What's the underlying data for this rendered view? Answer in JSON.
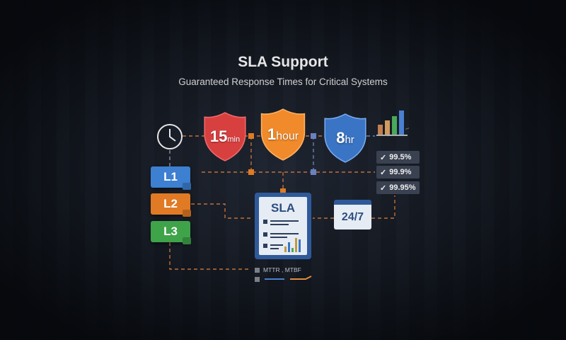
{
  "header": {
    "title": "SLA Support",
    "subtitle": "Guaranteed Response Times for Critical Systems"
  },
  "response_times": [
    {
      "value": "15",
      "unit": "min",
      "color": "#d84040"
    },
    {
      "value": "1",
      "unit": "hour",
      "color": "#f08a2a"
    },
    {
      "value": "8",
      "unit": "hr",
      "color": "#3a74c4"
    }
  ],
  "support_levels": [
    {
      "label": "L1",
      "color": "#3d7fd0"
    },
    {
      "label": "L2",
      "color": "#e07a25"
    },
    {
      "label": "L3",
      "color": "#3fa34a"
    }
  ],
  "uptime": [
    "99.5%",
    "99.9%",
    "99.95%"
  ],
  "document": {
    "title": "SLA"
  },
  "availability": "24/7",
  "legend": {
    "metrics": "MTTR , MTBF"
  }
}
